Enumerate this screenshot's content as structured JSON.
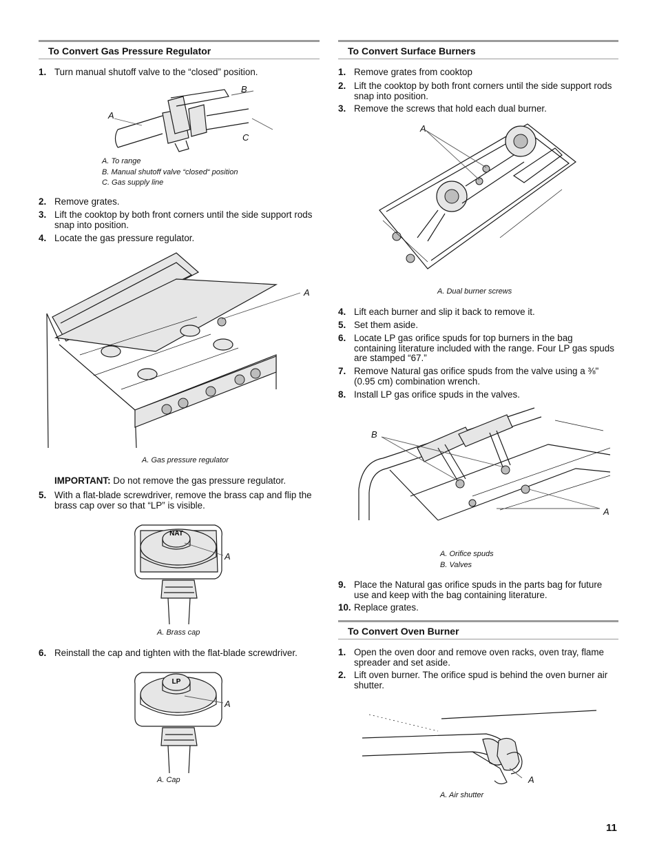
{
  "left": {
    "heading": "To Convert Gas Pressure Regulator",
    "steps": [
      {
        "num": "1.",
        "text": "Turn manual shutoff valve to the “closed” position."
      },
      {
        "num": "2.",
        "text": "Remove grates."
      },
      {
        "num": "3.",
        "text": "Lift the cooktop by both front corners until the side support rods snap into position."
      },
      {
        "num": "4.",
        "text": "Locate the gas pressure regulator."
      },
      {
        "num": "5.",
        "text": "With a flat-blade screwdriver, remove the brass cap and flip the brass cap over so that “LP” is visible."
      },
      {
        "num": "6.",
        "text": "Reinstall the cap and tighten with the flat-blade screwdriver."
      }
    ],
    "fig_valve": {
      "labels": {
        "a": "A",
        "b": "B",
        "c": "C"
      },
      "captions": [
        "A. To range",
        "B. Manual shutoff valve “closed“ position",
        "C. Gas supply line"
      ]
    },
    "fig_range": {
      "label_a": "A",
      "caption": "A. Gas pressure regulator"
    },
    "important": {
      "prefix": "IMPORTANT:",
      "text": " Do not remove the gas pressure regulator."
    },
    "fig_nat": {
      "cap_text": "NAT",
      "label_a": "A",
      "caption": "A. Brass cap"
    },
    "fig_lp": {
      "cap_text": "LP",
      "label_a": "A",
      "caption": "A. Cap"
    }
  },
  "right": {
    "heading": "To Convert Surface Burners",
    "steps": [
      {
        "num": "1.",
        "text": "Remove grates from cooktop"
      },
      {
        "num": "2.",
        "text": "Lift the cooktop by both front corners until the side support rods snap into position."
      },
      {
        "num": "3.",
        "text": "Remove the screws that hold each dual burner."
      },
      {
        "num": "4.",
        "text": "Lift each burner and slip it back to remove it."
      },
      {
        "num": "5.",
        "text": "Set them aside."
      },
      {
        "num": "6.",
        "text": "Locate LP gas orifice spuds for top burners in the bag containing literature included with the range. Four LP gas spuds are stamped “67.”"
      },
      {
        "num": "7.",
        "text": "Remove Natural gas orifice spuds from the valve using a ⅜\" (0.95 cm) combination wrench."
      },
      {
        "num": "8.",
        "text": "Install LP gas orifice spuds in the valves."
      },
      {
        "num": "9.",
        "text": "Place the Natural gas orifice spuds in the parts bag for future use and keep with the bag containing literature."
      },
      {
        "num": "10.",
        "text": "Replace grates."
      }
    ],
    "fig_burner": {
      "label_a": "A",
      "caption": "A. Dual burner screws"
    },
    "fig_orifice": {
      "label_a": "A",
      "label_b": "B",
      "captions": [
        "A. Orifice spuds",
        "B. Valves"
      ]
    },
    "oven": {
      "heading": "To Convert Oven Burner",
      "steps": [
        {
          "num": "1.",
          "text": "Open the oven door and remove oven racks, oven tray, flame spreader and set aside."
        },
        {
          "num": "2.",
          "text": "Lift oven burner. The orifice spud is behind the oven burner air shutter."
        }
      ],
      "fig_shutter": {
        "label_a": "A",
        "caption": "A. Air shutter"
      }
    }
  },
  "page_number": "11"
}
